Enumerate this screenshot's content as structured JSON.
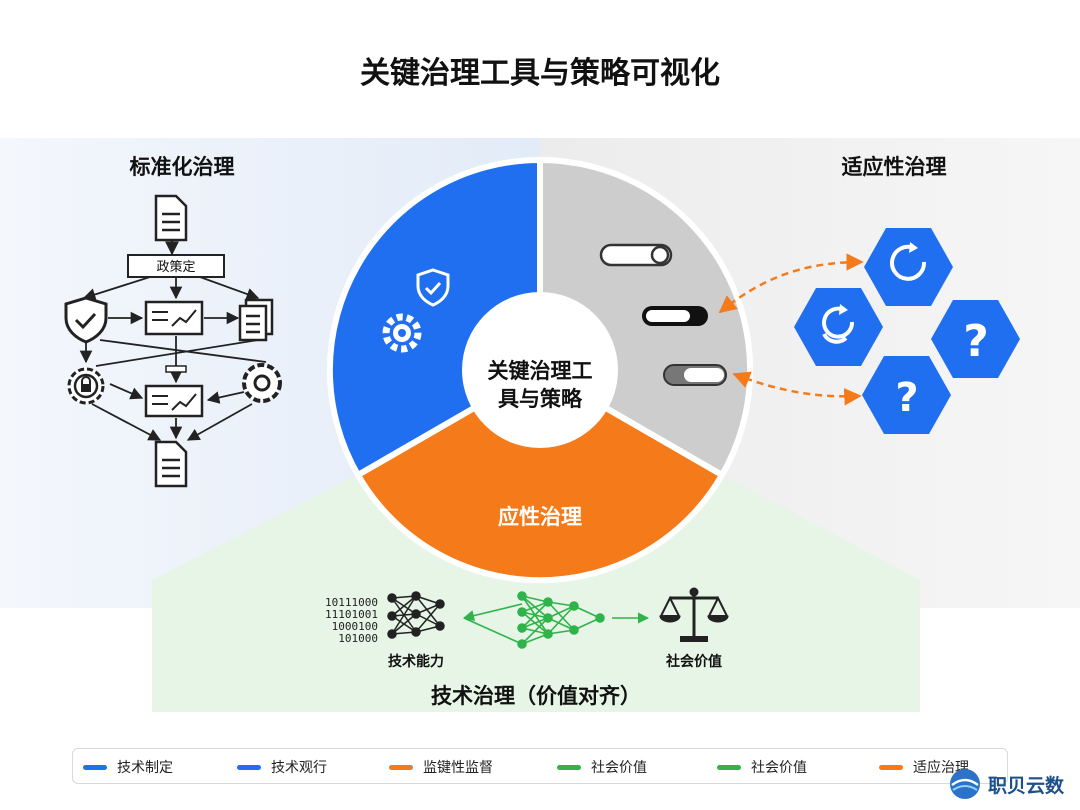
{
  "title": "关键治理工具与策略可视化",
  "left_panel": {
    "heading": "标准化治理",
    "policy_label": "政策定"
  },
  "right_panel": {
    "heading": "适应性治理",
    "hex_icons": [
      "refresh-icon",
      "cycle-icon",
      "question-icon",
      "question-icon"
    ]
  },
  "center": {
    "label_line1": "关键治理工",
    "label_line2": "具与策略",
    "orange_segment_label": "应性治理",
    "segments": [
      {
        "name": "blue",
        "color": "#1f6ff0"
      },
      {
        "name": "gray",
        "color": "#cdcdcd"
      },
      {
        "name": "orange",
        "color": "#f47a1a"
      }
    ]
  },
  "bottom_panel": {
    "binary_lines": [
      "10111000",
      "11101001",
      "1000100",
      "101000"
    ],
    "tech_label": "技术能力",
    "social_label": "社会价值",
    "heading": "技术治理（价值对齐）"
  },
  "legend": [
    {
      "label": "技术制定",
      "color": "#1f6ff0"
    },
    {
      "label": "技术观行",
      "color": "#1f6ff0"
    },
    {
      "label": "监键性监督",
      "color": "#f47a1a"
    },
    {
      "label": "社会价值",
      "color": "#2fb34a"
    },
    {
      "label": "社会价值",
      "color": "#2fb34a"
    },
    {
      "label": "适应治理",
      "color": "#f47a1a"
    }
  ],
  "watermark": {
    "text": "职贝云数"
  }
}
